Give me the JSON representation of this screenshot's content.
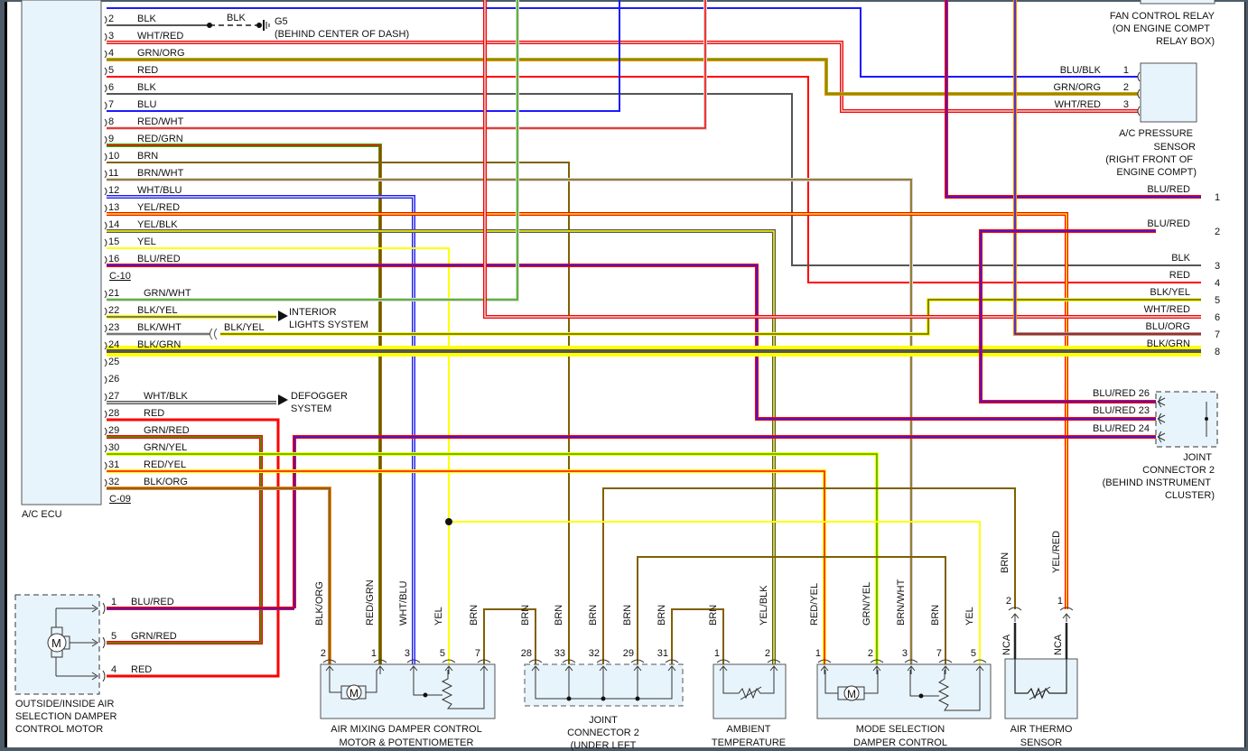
{
  "colors": {
    "BLK": "#555555",
    "RED": "#ff0000",
    "BLU": "#1a1aff",
    "GRN": "#33aa00",
    "BRN": "#806000",
    "YEL": "#ffff00",
    "WHT": "#d8d8d8",
    "ORG": "#ff8800",
    "component_fill": "#e8f4fc"
  },
  "ecu": {
    "title": "A/C ECU",
    "connector_c10": "C-10",
    "connector_c09": "C-09",
    "pins": [
      {
        "pin": "2",
        "wire": "BLK"
      },
      {
        "pin": "3",
        "wire": "WHT/RED"
      },
      {
        "pin": "4",
        "wire": "GRN/ORG"
      },
      {
        "pin": "5",
        "wire": "RED"
      },
      {
        "pin": "6",
        "wire": "BLK"
      },
      {
        "pin": "7",
        "wire": "BLU"
      },
      {
        "pin": "8",
        "wire": "RED/WHT"
      },
      {
        "pin": "9",
        "wire": "RED/GRN"
      },
      {
        "pin": "10",
        "wire": "BRN"
      },
      {
        "pin": "11",
        "wire": "BRN/WHT"
      },
      {
        "pin": "12",
        "wire": "WHT/BLU"
      },
      {
        "pin": "13",
        "wire": "YEL/RED"
      },
      {
        "pin": "14",
        "wire": "YEL/BLK"
      },
      {
        "pin": "15",
        "wire": "YEL"
      },
      {
        "pin": "16",
        "wire": "BLU/RED"
      },
      {
        "pin": "21",
        "wire": "GRN/WHT"
      },
      {
        "pin": "22",
        "wire": "BLK/YEL"
      },
      {
        "pin": "23",
        "wire": "BLK/WHT"
      },
      {
        "pin": "24",
        "wire": "BLK/GRN"
      },
      {
        "pin": "25",
        "wire": ""
      },
      {
        "pin": "26",
        "wire": ""
      },
      {
        "pin": "27",
        "wire": "WHT/BLK"
      },
      {
        "pin": "28",
        "wire": "RED"
      },
      {
        "pin": "29",
        "wire": "GRN/RED"
      },
      {
        "pin": "30",
        "wire": "GRN/YEL"
      },
      {
        "pin": "31",
        "wire": "RED/YEL"
      },
      {
        "pin": "32",
        "wire": "BLK/ORG"
      }
    ]
  },
  "ground": {
    "wire": "BLK",
    "name": "G5",
    "location": "(BEHIND CENTER OF DASH)"
  },
  "interior_lights": {
    "line1": "INTERIOR",
    "line2": "LIGHTS SYSTEM",
    "wire23_far": "BLK/YEL"
  },
  "defogger": {
    "line1": "DEFOGGER",
    "line2": "SYSTEM"
  },
  "fan_relay": {
    "line1": "FAN CONTROL RELAY",
    "line2": "(ON ENGINE COMPT",
    "line3": "RELAY BOX)"
  },
  "pressure_sensor": {
    "pins": [
      {
        "pin": "1",
        "wire": "BLU/BLK"
      },
      {
        "pin": "2",
        "wire": "GRN/ORG"
      },
      {
        "pin": "3",
        "wire": "WHT/RED"
      }
    ],
    "line1": "A/C PRESSURE",
    "line2": "SENSOR",
    "line3": "(RIGHT FRONT OF",
    "line4": "ENGINE COMPT)"
  },
  "right_connector": {
    "pins": [
      {
        "pin": "1",
        "wire": "BLU/RED"
      },
      {
        "pin": "2",
        "wire": "BLU/RED"
      },
      {
        "pin": "3",
        "wire": "BLK"
      },
      {
        "pin": "4",
        "wire": "RED"
      },
      {
        "pin": "5",
        "wire": "BLK/YEL"
      },
      {
        "pin": "6",
        "wire": "WHT/RED"
      },
      {
        "pin": "7",
        "wire": "BLU/ORG"
      },
      {
        "pin": "8",
        "wire": "BLK/GRN"
      }
    ]
  },
  "joint_connector_cluster": {
    "pins": [
      {
        "pin": "26",
        "wire": "BLU/RED"
      },
      {
        "pin": "23",
        "wire": "BLU/RED"
      },
      {
        "pin": "24",
        "wire": "BLU/RED"
      }
    ],
    "line1": "JOINT",
    "line2": "CONNECTOR 2",
    "line3": "(BEHIND INSTRUMENT",
    "line4": "CLUSTER)"
  },
  "outside_motor": {
    "pins": [
      {
        "pin": "1",
        "wire": "BLU/RED"
      },
      {
        "pin": "5",
        "wire": "GRN/RED"
      },
      {
        "pin": "4",
        "wire": "RED"
      }
    ],
    "motor_symbol": "M",
    "line1": "OUTSIDE/INSIDE AIR",
    "line2": "SELECTION DAMPER",
    "line3": "CONTROL MOTOR"
  },
  "air_mix": {
    "pins": [
      {
        "pin": "2",
        "wire": "BLK/ORG"
      },
      {
        "pin": "1",
        "wire": "RED/GRN"
      },
      {
        "pin": "3",
        "wire": "WHT/BLU"
      },
      {
        "pin": "5",
        "wire": "YEL"
      },
      {
        "pin": "7",
        "wire": "BRN"
      }
    ],
    "motor_symbol": "M",
    "line1": "AIR MIXING DAMPER CONTROL",
    "line2": "MOTOR & POTENTIOMETER"
  },
  "joint_connector_left": {
    "pins": [
      {
        "pin": "28",
        "wire": "BRN"
      },
      {
        "pin": "33",
        "wire": "BRN"
      },
      {
        "pin": "32",
        "wire": "BRN"
      },
      {
        "pin": "29",
        "wire": "BRN"
      },
      {
        "pin": "31",
        "wire": "BRN"
      }
    ],
    "line1": "JOINT",
    "line2": "CONNECTOR 2",
    "line3": "(UNDER LEFT"
  },
  "ambient": {
    "pins": [
      {
        "pin": "1",
        "wire": "BRN"
      },
      {
        "pin": "2",
        "wire": "YEL/BLK"
      }
    ],
    "line1": "AMBIENT",
    "line2": "TEMPERATURE"
  },
  "mode": {
    "pins": [
      {
        "pin": "1",
        "wire": "RED/YEL"
      },
      {
        "pin": "2",
        "wire": "GRN/YEL"
      },
      {
        "pin": "3",
        "wire": "BRN/WHT"
      },
      {
        "pin": "7",
        "wire": "BRN"
      },
      {
        "pin": "5",
        "wire": "YEL"
      }
    ],
    "motor_symbol": "M",
    "line1": "MODE SELECTION",
    "line2": "DAMPER CONTROL"
  },
  "thermo": {
    "pins": [
      {
        "pin": "2",
        "wire": "BRN",
        "inner": "NCA"
      },
      {
        "pin": "1",
        "wire": "YEL/RED",
        "inner": "NCA"
      }
    ],
    "line1": "AIR THERMO",
    "line2": "SENSOR"
  }
}
